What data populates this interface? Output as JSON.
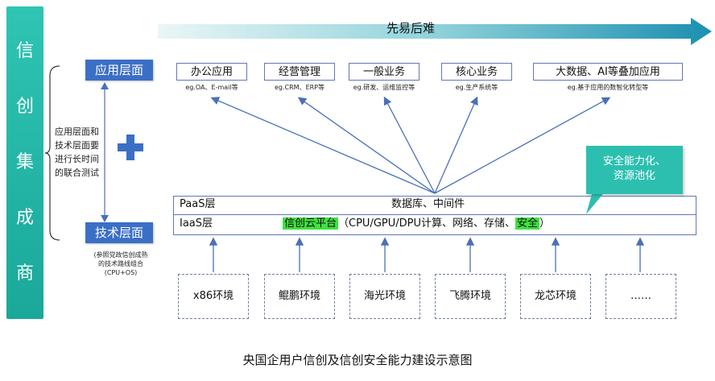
{
  "side_banner": [
    "信",
    "创",
    "集",
    "成",
    "商"
  ],
  "top_arrow_label": "先易后难",
  "levels": {
    "application": "应用层面",
    "technology": "技术层面"
  },
  "left_note": [
    "应用层面和",
    "技术层面要",
    "进行长时间",
    "的联合测试"
  ],
  "tech_note": [
    "(参照党政信创成熟",
    "的技术路线组合",
    "(CPU+OS)"
  ],
  "apps": [
    {
      "label": "办公应用",
      "note": "eg.OA、E-mail等"
    },
    {
      "label": "经营管理",
      "note": "eg.CRM、ERP等"
    },
    {
      "label": "一般业务",
      "note": "eg.研发、运维监控等"
    },
    {
      "label": "核心业务",
      "note": "eg.生产系统等"
    },
    {
      "label": "大数据、AI等叠加应用",
      "note": "eg.基于应用的数智化转型等"
    }
  ],
  "paas": {
    "name": "PaaS层",
    "content": "数据库、中间件"
  },
  "iaas": {
    "name": "IaaS层",
    "highlight1": "信创云平台",
    "middle": "（CPU/GPU/DPU计算、网络、存储、",
    "highlight2": "安全",
    "end": "）"
  },
  "callout": [
    "安全能力化、",
    "资源池化"
  ],
  "environments": [
    "x86环境",
    "鲲鹏环境",
    "海光环境",
    "飞腾环境",
    "龙芯环境",
    "……"
  ],
  "caption": "央国企用户信创及信创安全能力建设示意图",
  "colors": {
    "teal": "#2cbfb0",
    "blue": "#3b6fc6",
    "highlight": "#3fe13f",
    "line": "#4a70b8"
  }
}
